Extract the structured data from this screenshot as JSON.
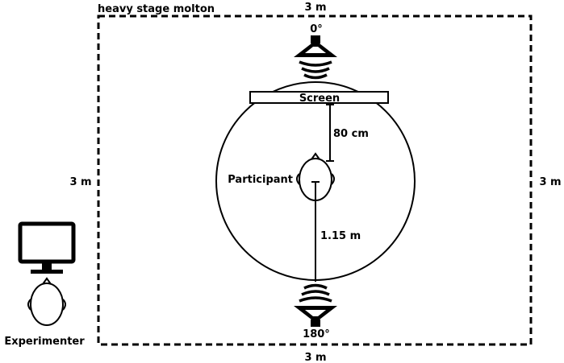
{
  "room": {
    "title": "heavy stage molton",
    "dim_top": "3 m",
    "dim_bottom": "3 m",
    "dim_left": "3 m",
    "dim_right": "3 m"
  },
  "speakers": {
    "front_label": "0°",
    "back_label": "180°"
  },
  "screen": {
    "label": "Screen"
  },
  "distances": {
    "screen_to_participant": "80 cm",
    "participant_to_speaker": "1.15 m"
  },
  "participant": {
    "label": "Participant"
  },
  "experimenter": {
    "label": "Experimenter"
  }
}
